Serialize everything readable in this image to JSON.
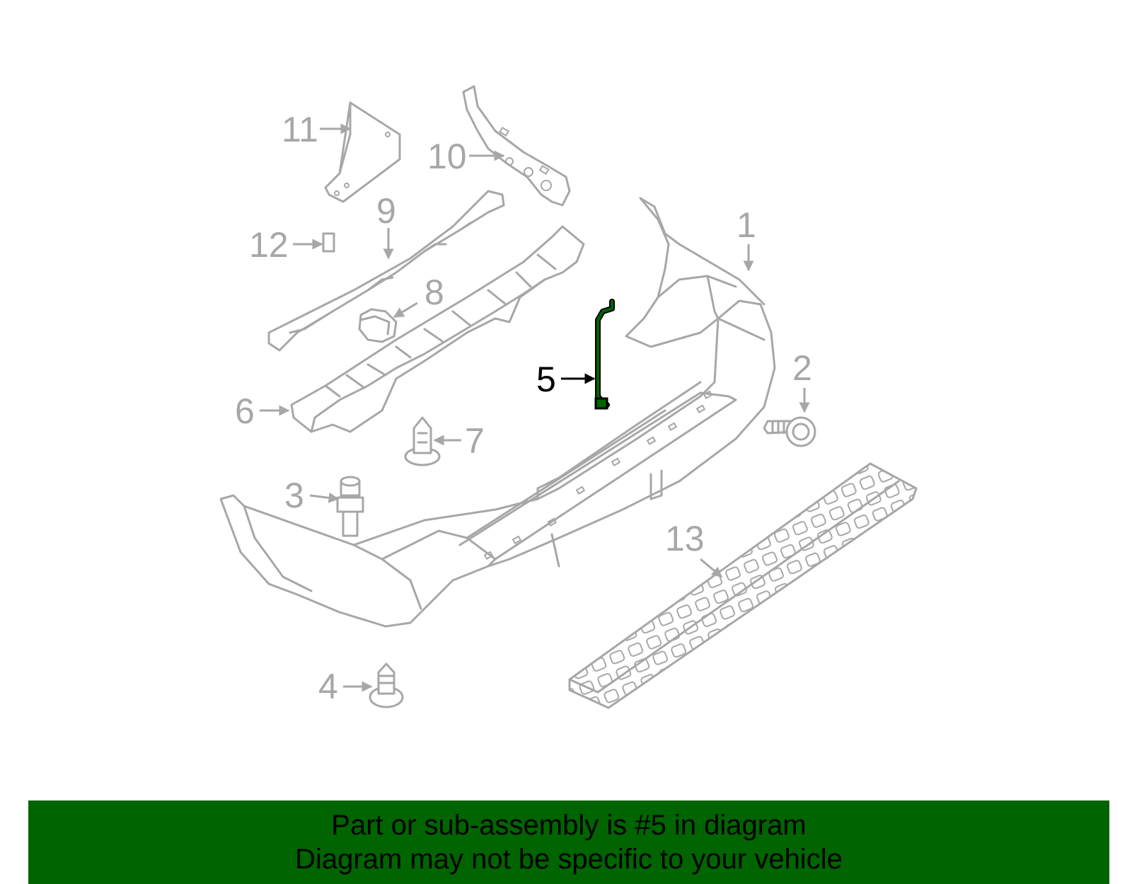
{
  "diagram": {
    "highlighted_part": "5",
    "highlight_color": "#006400",
    "callouts": [
      "1",
      "2",
      "3",
      "4",
      "5",
      "6",
      "7",
      "8",
      "9",
      "10",
      "11",
      "12",
      "13"
    ]
  },
  "banner": {
    "background": "#006400",
    "line1": "Part or sub-assembly is #5 in diagram",
    "line2": "Diagram may not be specific to your vehicle"
  }
}
